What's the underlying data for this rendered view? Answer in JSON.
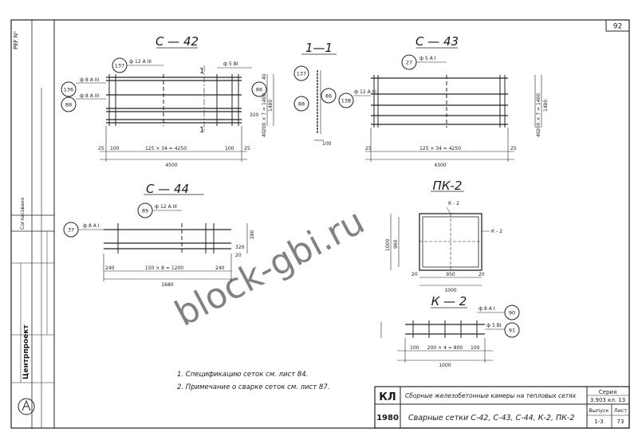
{
  "sheet": {
    "sheet_number": "92",
    "corner_label": "PEF N⁰",
    "watermark": "block-gbi.ru"
  },
  "c42": {
    "title": "С — 42",
    "callouts": [
      "137",
      "86",
      "136",
      "88"
    ],
    "bar_labels": [
      "ф 12 A III",
      "ф 5 ВI",
      "ф 8 A III",
      "ф 8 A III"
    ],
    "dims": [
      "25",
      "100",
      "125 × 34 = 4250",
      "100",
      "25",
      "4500",
      "1480",
      "200 × 7 = 1400",
      "40",
      "40",
      "320"
    ]
  },
  "section": {
    "title": "1—1",
    "cut_mark": "1",
    "callouts": [
      "137",
      "86",
      "88"
    ],
    "dims": [
      "100"
    ]
  },
  "c43": {
    "title": "С — 43",
    "callouts": [
      "27",
      "138"
    ],
    "bar_labels": [
      "ф 5 A I",
      "ф 12 A III"
    ],
    "dims": [
      "25",
      "125 × 34 = 4250",
      "25",
      "4300",
      "1480",
      "200 × 7 = 1400",
      "40"
    ]
  },
  "c44": {
    "title": "С — 44",
    "callouts": [
      "89",
      "37"
    ],
    "bar_labels": [
      "ф 12 A III",
      "ф 8 A I"
    ],
    "dims": [
      "240",
      "150 × 8 = 1200",
      "240",
      "1680",
      "280",
      "320",
      "20"
    ]
  },
  "pk2": {
    "title": "ПК-2",
    "labels": [
      "К - 2",
      "К - 2"
    ],
    "dims": [
      "1000",
      "960",
      "20",
      "950",
      "20",
      "1000"
    ]
  },
  "k2": {
    "title": "К — 2",
    "callouts": [
      "90",
      "91"
    ],
    "bar_labels": [
      "ф 8 A I",
      "ф 5 ВI"
    ],
    "dims": [
      "100",
      "200 × 4 = 800",
      "100",
      "1000"
    ]
  },
  "notes": [
    "1. Спецификацию сеток см. лист 84.",
    "2. Примечание о сварке сеток см. лист 87."
  ],
  "title_block": {
    "org_mark": "КЛ",
    "year": "1980",
    "subject": "Сборные железобетонные камеры на тепловых сетях",
    "drawing_title": "Сварные сетки С-42, С-43, С-44, К-2, ПК-2",
    "series_label": "Серия",
    "series_value": "3.903 кл. 13",
    "issue_label": "Выпуск",
    "issue_value": "1-3",
    "sheet_label": "Лист",
    "sheet_value": "73",
    "organization": "Центрпроект"
  },
  "left_strip": {
    "approved_label": "Согласовано"
  }
}
